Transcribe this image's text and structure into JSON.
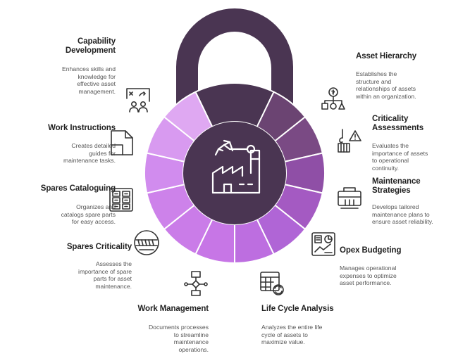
{
  "items": [
    {
      "title": [
        "Capability",
        "Development"
      ],
      "desc": [
        "Enhances skills and",
        "knowledge for",
        "effective asset",
        "management."
      ]
    },
    {
      "title": [
        "Work Instructions"
      ],
      "desc": [
        "Creates detailed",
        "guides for",
        "maintenance tasks."
      ]
    },
    {
      "title": [
        "Spares Cataloguing"
      ],
      "desc": [
        "Organizes and",
        "catalogs spare parts",
        "for easy access."
      ]
    },
    {
      "title": [
        "Spares Criticality"
      ],
      "desc": [
        "Assesses the",
        "importance of spare",
        "parts for asset",
        "maintenance."
      ]
    },
    {
      "title": [
        "Work Management"
      ],
      "desc": [
        "Documents processes",
        "to streamline",
        "maintenance",
        "operations."
      ]
    },
    {
      "title": [
        "Life Cycle Analysis"
      ],
      "desc": [
        "Analyzes the entire life",
        "cycle of assets to",
        "maximize value."
      ]
    },
    {
      "title": [
        "Opex Budgeting"
      ],
      "desc": [
        "Manages operational",
        "expenses to optimize",
        "asset performance."
      ]
    },
    {
      "title": [
        "Maintenance",
        "Strategies"
      ],
      "desc": [
        "Develops tailored",
        "maintenance plans to",
        "ensure asset reliability."
      ]
    },
    {
      "title": [
        "Criticality",
        "Assessments"
      ],
      "desc": [
        "Evaluates the",
        "importance of assets",
        "to operational",
        "continuity."
      ]
    },
    {
      "title": [
        "Asset Hierarchy"
      ],
      "desc": [
        "Establishes the",
        "structure and",
        "relationships of assets",
        "within an organization."
      ]
    }
  ],
  "icons": [
    "strategy-board-icon",
    "document-icon",
    "drawer-cabinet-icon",
    "storage-bin-icon",
    "flowchart-icon",
    "calendar-refresh-icon",
    "dashboard-chart-icon",
    "toolbox-icon",
    "hazard-crane-icon",
    "hierarchy-icon",
    "factory-robot-icon"
  ],
  "colors": {
    "shackle": "#4a3552",
    "top_segment": "#4a3552",
    "segments_right": [
      "#6b4472",
      "#7a4a84",
      "#8f4fa6",
      "#a45ac2"
    ],
    "segments_bottom": [
      "#b065d6",
      "#bd6ee0",
      "#c776e6",
      "#ca7ce8"
    ],
    "segments_left": [
      "#cd82ea",
      "#d18cee",
      "#d89af0",
      "#dfa8f2"
    ],
    "hub": "#4a3552"
  }
}
